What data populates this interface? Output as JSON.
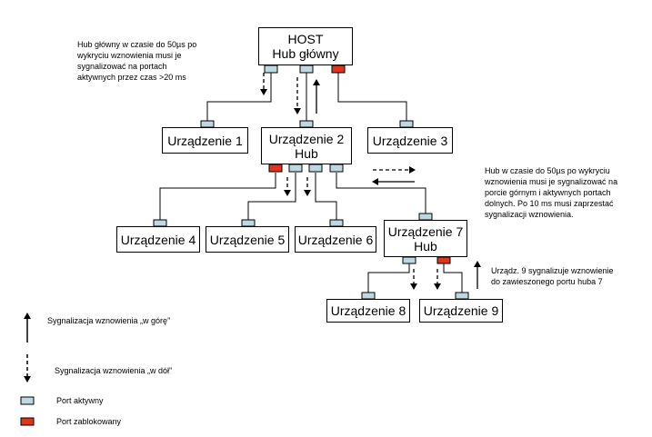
{
  "colors": {
    "port_active": "#bcd8e0",
    "port_blocked": "#e0341c",
    "line": "#000000"
  },
  "nodes": {
    "host": {
      "line1": "HOST",
      "line2": "Hub główny"
    },
    "dev1": {
      "label": "Urządzenie 1"
    },
    "dev2": {
      "line1": "Urządzenie 2",
      "line2": "Hub"
    },
    "dev3": {
      "label": "Urządzenie 3"
    },
    "dev4": {
      "label": "Urządzenie 4"
    },
    "dev5": {
      "label": "Urządzenie 5"
    },
    "dev6": {
      "label": "Urządzenie 6"
    },
    "dev7": {
      "line1": "Urządzenie 7",
      "line2": "Hub"
    },
    "dev8": {
      "label": "Urządzenie 8"
    },
    "dev9": {
      "label": "Urządzenie 9"
    }
  },
  "notes": {
    "host_note": [
      "Hub główny  w czasie do 50µs po",
      "wykryciu wznowienia musi je",
      "sygnalizować na portach",
      "aktywnych przez czas >20 ms"
    ],
    "hub2_note": [
      "Hub w czasie do 50µs po wykryciu",
      "wznowienia musi je sygnalizować na",
      "porcie górnym i aktywnych portach",
      "dolnych. Po 10 ms musi zaprzestać",
      "sygnalizacji wznowienia."
    ],
    "dev9_note": [
      "Urządz. 9 sygnalizuje wznowienie",
      "do zawieszonego portu huba 7"
    ]
  },
  "legend": {
    "up": "Sygnalizacja  wznowienia „w górę”",
    "down": "Sygnalizacja  wznowienia „w dół”",
    "active": "Port aktywny",
    "blocked": "Port zablokowany"
  }
}
